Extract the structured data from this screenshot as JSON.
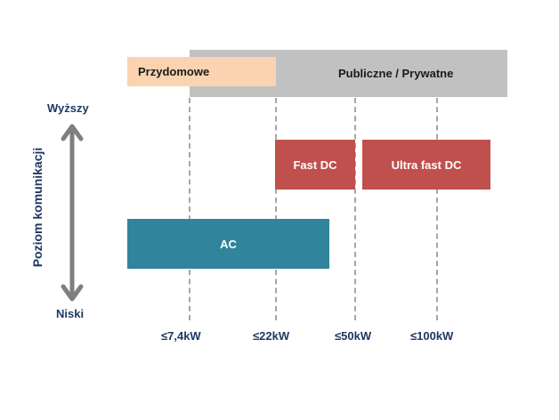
{
  "bands": {
    "private_label": "Przydomowe",
    "public_label": "Publiczne / Prywatne"
  },
  "boxes": {
    "fast_dc": "Fast DC",
    "ultra_fast_dc": "Ultra fast DC",
    "ac": "AC"
  },
  "axis": {
    "title": "Poziom komunikacji",
    "top_label": "Wyższy",
    "bottom_label": "Niski"
  },
  "power_ticks": [
    "≤7,4kW",
    "≤22kW",
    "≤50kW",
    "≤100kW"
  ],
  "colors": {
    "peach": "#fbd3b0",
    "gray": "#c1c1c1",
    "red": "#c0504d",
    "teal": "#31849b",
    "navy": "#1f3864",
    "arrow": "#7f7f7f"
  }
}
